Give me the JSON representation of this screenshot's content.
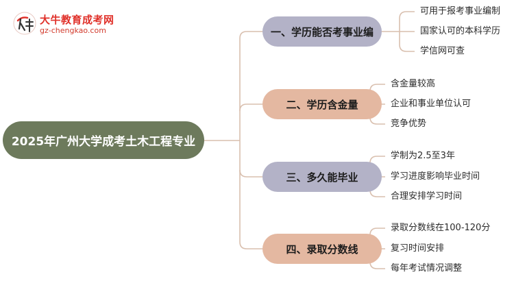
{
  "logo": {
    "title": "大牛教育成考网",
    "url": "gz-chengkao.com"
  },
  "root": {
    "label": "2025年广州大学成考土木工程专业"
  },
  "branches": [
    {
      "label": "一、学历能否考事业编",
      "color": "#b3b2c7",
      "leaves": [
        "可用于报考事业编制",
        "国家认可的本科学历",
        "学信网可查"
      ]
    },
    {
      "label": "二、学历含金量",
      "color": "#e4b8a1",
      "leaves": [
        "含金量较高",
        "企业和事业单位认可",
        "竞争优势"
      ]
    },
    {
      "label": "三、多久能毕业",
      "color": "#b3b2c7",
      "leaves": [
        "学制为2.5至3年",
        "学习进度影响毕业时间",
        "合理安排学习时间"
      ]
    },
    {
      "label": "四、录取分数线",
      "color": "#e4b8a1",
      "leaves": [
        "录取分数线在100-120分",
        "复习时间安排",
        "每年考试情况调整"
      ]
    }
  ],
  "colors": {
    "root": "#6d7a5c",
    "connector": "#d9bfae",
    "logo_red": "#e0312a"
  }
}
